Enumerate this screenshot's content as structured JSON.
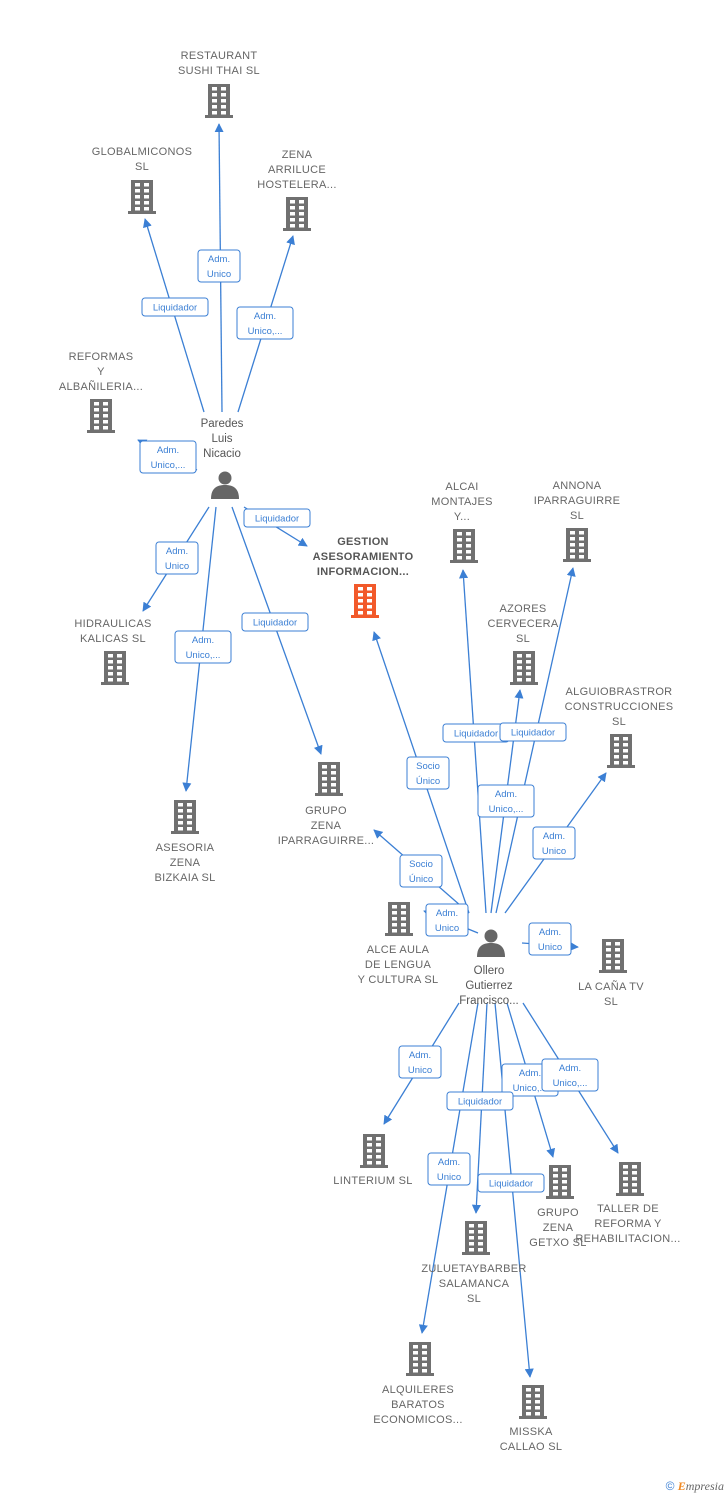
{
  "colors": {
    "edge": "#3b7fd4",
    "building": "#707070",
    "focus": "#f2592a",
    "person": "#666666"
  },
  "footer": {
    "copyright": "©",
    "brand_e": "E",
    "brand_rest": "mpresia"
  },
  "nodes": [
    {
      "id": "restaurant",
      "kind": "company",
      "icon": "building-icon",
      "lines": [
        "RESTAURANT",
        "SUSHI THAI  SL"
      ]
    },
    {
      "id": "globalmiconos",
      "kind": "company",
      "icon": "building-icon",
      "lines": [
        "GLOBALMICONOS",
        "SL"
      ]
    },
    {
      "id": "zena_arriluce",
      "kind": "company",
      "icon": "building-icon",
      "lines": [
        "ZENA",
        "ARRILUCE",
        "HOSTELERA..."
      ]
    },
    {
      "id": "reformas",
      "kind": "company",
      "icon": "building-icon",
      "lines": [
        "REFORMAS",
        "Y",
        "ALBAÑILERIA..."
      ]
    },
    {
      "id": "paredes",
      "kind": "person",
      "icon": "person-icon",
      "lines": [
        "Paredes",
        "Luis",
        "Nicacio"
      ]
    },
    {
      "id": "gestion",
      "kind": "focus",
      "icon": "building-icon",
      "lines": [
        "GESTION",
        "ASESORAMIENTO",
        "INFORMACION..."
      ]
    },
    {
      "id": "hidraulicas",
      "kind": "company",
      "icon": "building-icon",
      "lines": [
        "HIDRAULICAS",
        "KALICAS SL"
      ]
    },
    {
      "id": "asesoria",
      "kind": "company",
      "icon": "building-icon",
      "lines": [
        "ASESORIA",
        "ZENA",
        "BIZKAIA  SL"
      ]
    },
    {
      "id": "grupo_ipar",
      "kind": "company",
      "icon": "building-icon",
      "lines": [
        "GRUPO",
        "ZENA",
        "IPARRAGUIRRE..."
      ]
    },
    {
      "id": "alcai",
      "kind": "company",
      "icon": "building-icon",
      "lines": [
        "ALCAI",
        "MONTAJES",
        "Y..."
      ]
    },
    {
      "id": "annona",
      "kind": "company",
      "icon": "building-icon",
      "lines": [
        "ANNONA",
        "IPARRAGUIRRE",
        "SL"
      ]
    },
    {
      "id": "azores",
      "kind": "company",
      "icon": "building-icon",
      "lines": [
        "AZORES",
        "CERVECERA",
        "SL"
      ]
    },
    {
      "id": "alguiobrastror",
      "kind": "company",
      "icon": "building-icon",
      "lines": [
        "ALGUIOBRASTROR",
        "CONSTRUCCIONES",
        "SL"
      ]
    },
    {
      "id": "alce",
      "kind": "company",
      "icon": "building-icon",
      "lines": [
        "ALCE AULA",
        "DE LENGUA",
        "Y CULTURA SL"
      ]
    },
    {
      "id": "ollero",
      "kind": "person",
      "icon": "person-icon",
      "lines": [
        "Ollero",
        "Gutierrez",
        "Francisco..."
      ]
    },
    {
      "id": "lacana",
      "kind": "company",
      "icon": "building-icon",
      "lines": [
        "LA CAÑA TV",
        "SL"
      ]
    },
    {
      "id": "linterium",
      "kind": "company",
      "icon": "building-icon",
      "lines": [
        "LINTERIUM  SL"
      ]
    },
    {
      "id": "grupo_getxo",
      "kind": "company",
      "icon": "building-icon",
      "lines": [
        "GRUPO",
        "ZENA",
        "GETXO  SL"
      ]
    },
    {
      "id": "taller",
      "kind": "company",
      "icon": "building-icon",
      "lines": [
        "TALLER DE",
        "REFORMA Y",
        "REHABILITACION..."
      ]
    },
    {
      "id": "zulueta",
      "kind": "company",
      "icon": "building-icon",
      "lines": [
        "ZULUETAYBARBER",
        "SALAMANCA",
        "SL"
      ]
    },
    {
      "id": "alquileres",
      "kind": "company",
      "icon": "building-icon",
      "lines": [
        "ALQUILERES",
        "BARATOS",
        "ECONOMICOS..."
      ]
    },
    {
      "id": "misska",
      "kind": "company",
      "icon": "building-icon",
      "lines": [
        "MISSKA",
        "CALLAO  SL"
      ]
    }
  ],
  "edges": [
    {
      "from": "paredes",
      "to": "restaurant",
      "label": [
        "Adm.",
        "Unico"
      ]
    },
    {
      "from": "paredes",
      "to": "globalmiconos",
      "label": [
        "Liquidador"
      ]
    },
    {
      "from": "paredes",
      "to": "zena_arriluce",
      "label": [
        "Adm.",
        "Unico,..."
      ]
    },
    {
      "from": "paredes",
      "to": "reformas",
      "label": [
        "Adm.",
        "Unico,..."
      ]
    },
    {
      "from": "paredes",
      "to": "gestion",
      "label": [
        "Liquidador"
      ]
    },
    {
      "from": "paredes",
      "to": "hidraulicas",
      "label": [
        "Adm.",
        "Unico"
      ]
    },
    {
      "from": "paredes",
      "to": "asesoria",
      "label": [
        "Adm.",
        "Unico,..."
      ]
    },
    {
      "from": "paredes",
      "to": "grupo_ipar",
      "label": [
        "Liquidador"
      ]
    },
    {
      "from": "ollero",
      "to": "gestion",
      "label": [
        "Socio",
        "Único"
      ]
    },
    {
      "from": "ollero",
      "to": "grupo_ipar",
      "label": [
        "Socio",
        "Único"
      ]
    },
    {
      "from": "ollero",
      "to": "alcai",
      "label": [
        "Liquidador"
      ]
    },
    {
      "from": "ollero",
      "to": "annona",
      "label": [
        "Liquidador"
      ]
    },
    {
      "from": "ollero",
      "to": "azores",
      "label": [
        "Adm.",
        "Unico,..."
      ]
    },
    {
      "from": "ollero",
      "to": "alguiobrastror",
      "label": [
        "Adm.",
        "Unico"
      ]
    },
    {
      "from": "ollero",
      "to": "alce",
      "label": [
        "Adm.",
        "Unico"
      ]
    },
    {
      "from": "ollero",
      "to": "lacana",
      "label": [
        "Adm.",
        "Unico"
      ]
    },
    {
      "from": "ollero",
      "to": "linterium",
      "label": [
        "Adm.",
        "Unico"
      ]
    },
    {
      "from": "ollero",
      "to": "grupo_getxo",
      "label": [
        "Adm.",
        "Unico,..."
      ]
    },
    {
      "from": "ollero",
      "to": "taller",
      "label": [
        "Adm.",
        "Unico,..."
      ]
    },
    {
      "from": "ollero",
      "to": "zulueta",
      "label": [
        "Liquidador"
      ]
    },
    {
      "from": "ollero",
      "to": "alquileres",
      "label": [
        "Adm.",
        "Unico"
      ]
    },
    {
      "from": "ollero",
      "to": "misska",
      "label": [
        "Liquidador"
      ]
    }
  ]
}
